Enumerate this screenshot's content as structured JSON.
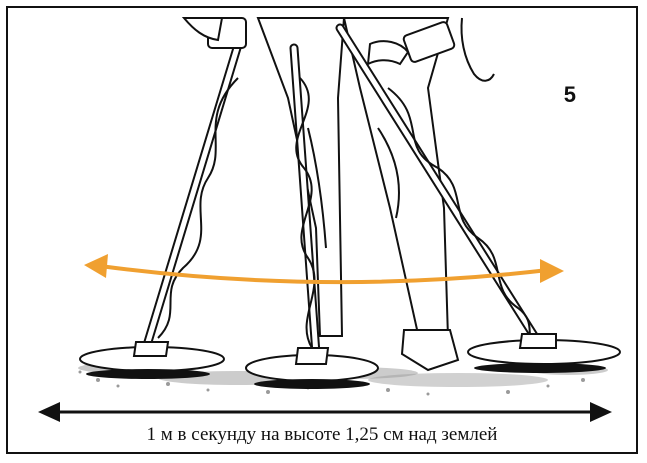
{
  "step_number": "5",
  "caption": "1 м в секунду на высоте 1,25 см над землей",
  "colors": {
    "sweep_arrow": "#F0A030",
    "outline": "#111111",
    "gravel": "#9a9a9a"
  },
  "icons": {
    "sweep": "double-arrow-orange",
    "distance": "double-arrow-black"
  }
}
